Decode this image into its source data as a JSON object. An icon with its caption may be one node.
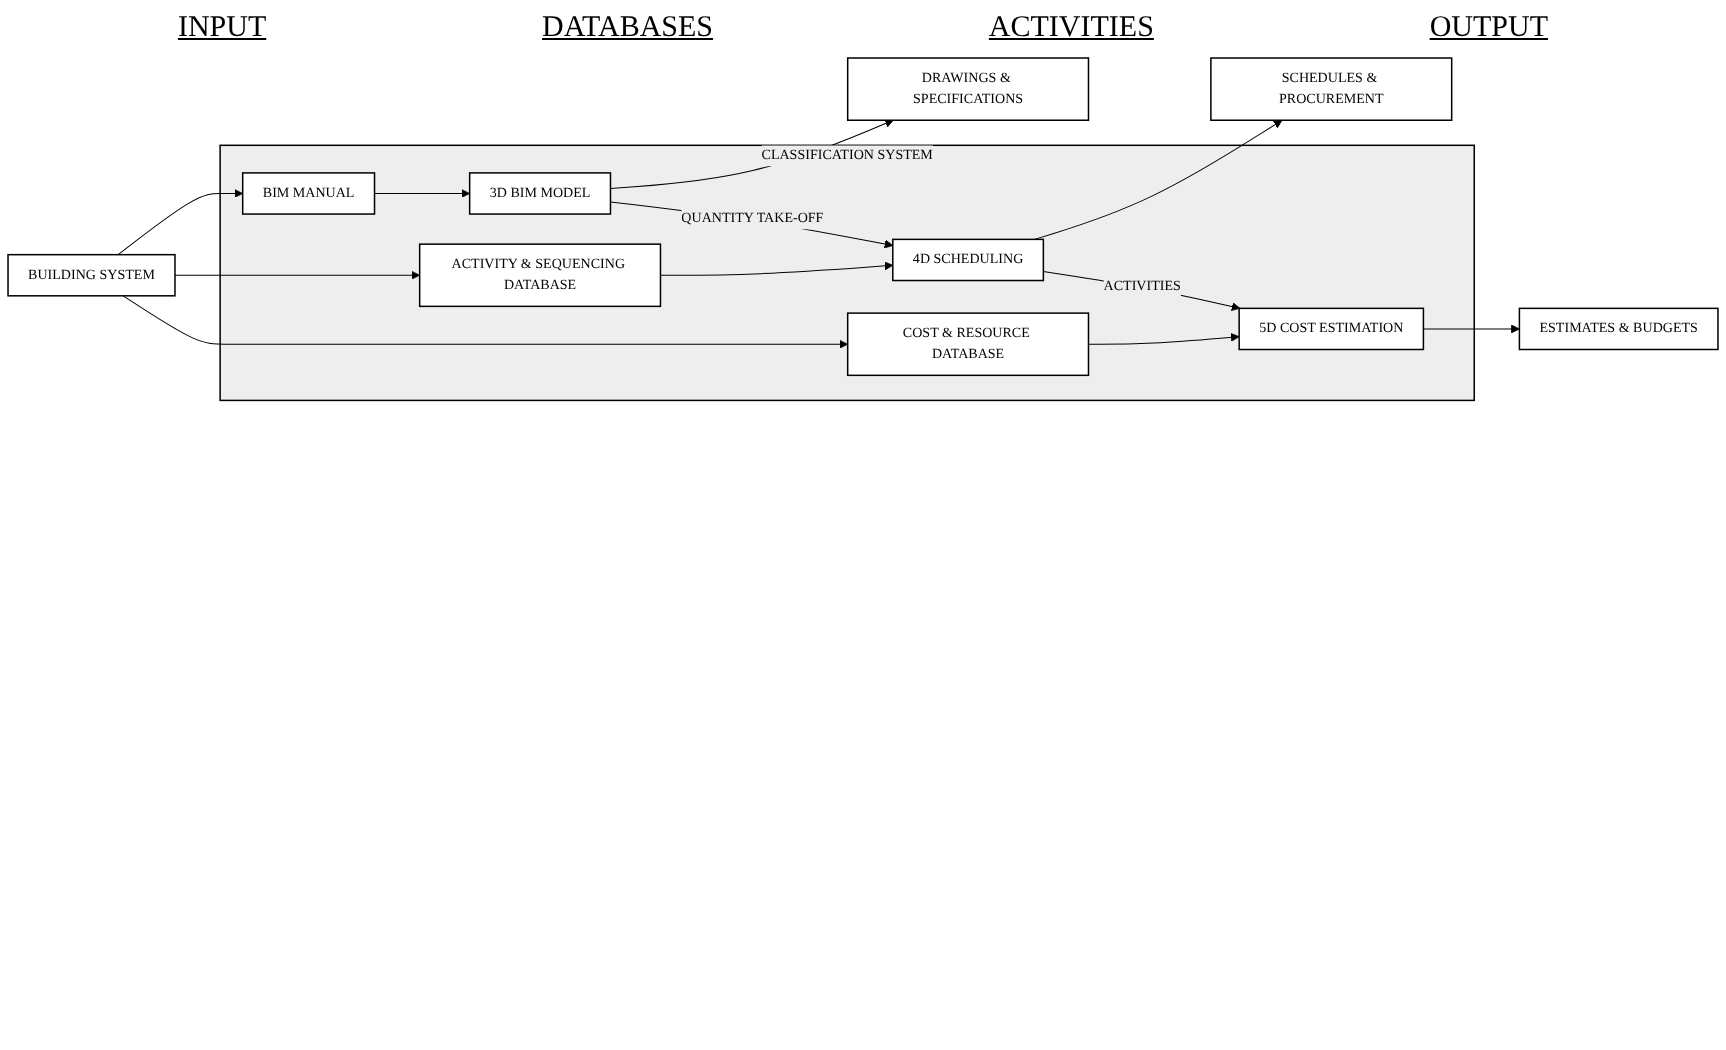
{
  "diagram": {
    "nodes": [
      {
        "text": [
          "BUILDING SYSTEM"
        ]
      },
      {
        "text": [
          "CLASSIFICATION SYSTEM"
        ]
      },
      {
        "text": [
          "BIM MANUAL"
        ],
        "in": 1
      },
      {
        "text": [
          "3D BIM MODEL"
        ],
        "in": 1
      },
      {
        "text": [
          "ACTIVITY & SEQUENCING DATABASE"
        ],
        "in": 1
      },
      {
        "text": [
          "4D SCHEDULING"
        ],
        "in": 1
      },
      {
        "text": [
          "COST & RESOURCE DATABASE"
        ],
        "in": 1
      },
      {
        "text": [
          "5D COST ESTIMATION"
        ],
        "in": 1
      },
      {
        "text": [
          "DRAWINGS & SPECIFICATIONS"
        ]
      },
      {
        "text": [
          "SCHEDULES & PROCUREMENT"
        ]
      },
      {
        "text": [
          "ESTIMATES & BUDGETS"
        ]
      }
    ],
    "edges": [
      {
        "from": 0,
        "to": 2,
        "arrow": "to"
      },
      {
        "from": 2,
        "to": 3,
        "arrow": "to"
      },
      {
        "from": 3,
        "to": 8,
        "arrow": "to"
      },
      {
        "from": 3,
        "to": 5,
        "label": "QUANTITY TAKE-OFF",
        "arrow": "to"
      },
      {
        "from": 0,
        "to": 4,
        "arrow": "to"
      },
      {
        "from": 4,
        "to": 5,
        "arrow": "to"
      },
      {
        "from": 5,
        "to": 9,
        "arrow": "to"
      },
      {
        "from": 5,
        "to": 7,
        "label": "ACTIVITIES",
        "arrow": "to"
      },
      {
        "from": 0,
        "to": 6,
        "arrow": "to"
      },
      {
        "from": 6,
        "to": 7,
        "arrow": "to"
      },
      {
        "from": 7,
        "to": 10,
        "arrow": "to"
      }
    ],
    "labels": [
      "INPUT",
      "DATABASES",
      "ACTIVITIES",
      "OUTPUT"
    ]
  }
}
